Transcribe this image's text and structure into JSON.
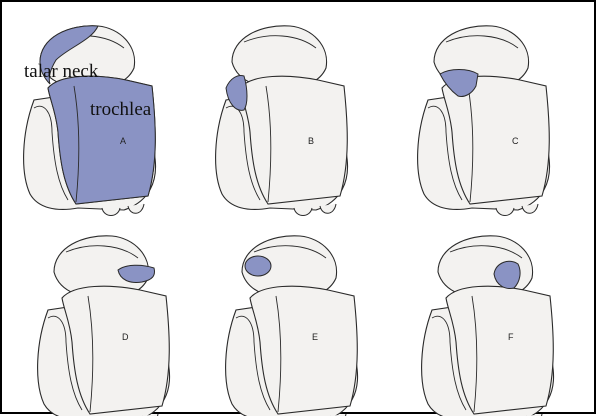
{
  "figure": {
    "annotations": {
      "talar_neck": "talar neck",
      "trochlea": "trochlea"
    },
    "panels": [
      {
        "letter": "A"
      },
      {
        "letter": "B"
      },
      {
        "letter": "C"
      },
      {
        "letter": "D"
      },
      {
        "letter": "E"
      },
      {
        "letter": "F"
      }
    ],
    "colors": {
      "shade": "#8a93c4",
      "bone": "#f3f2f0",
      "outline": "#2a2a2a",
      "frame": "#000000"
    }
  }
}
